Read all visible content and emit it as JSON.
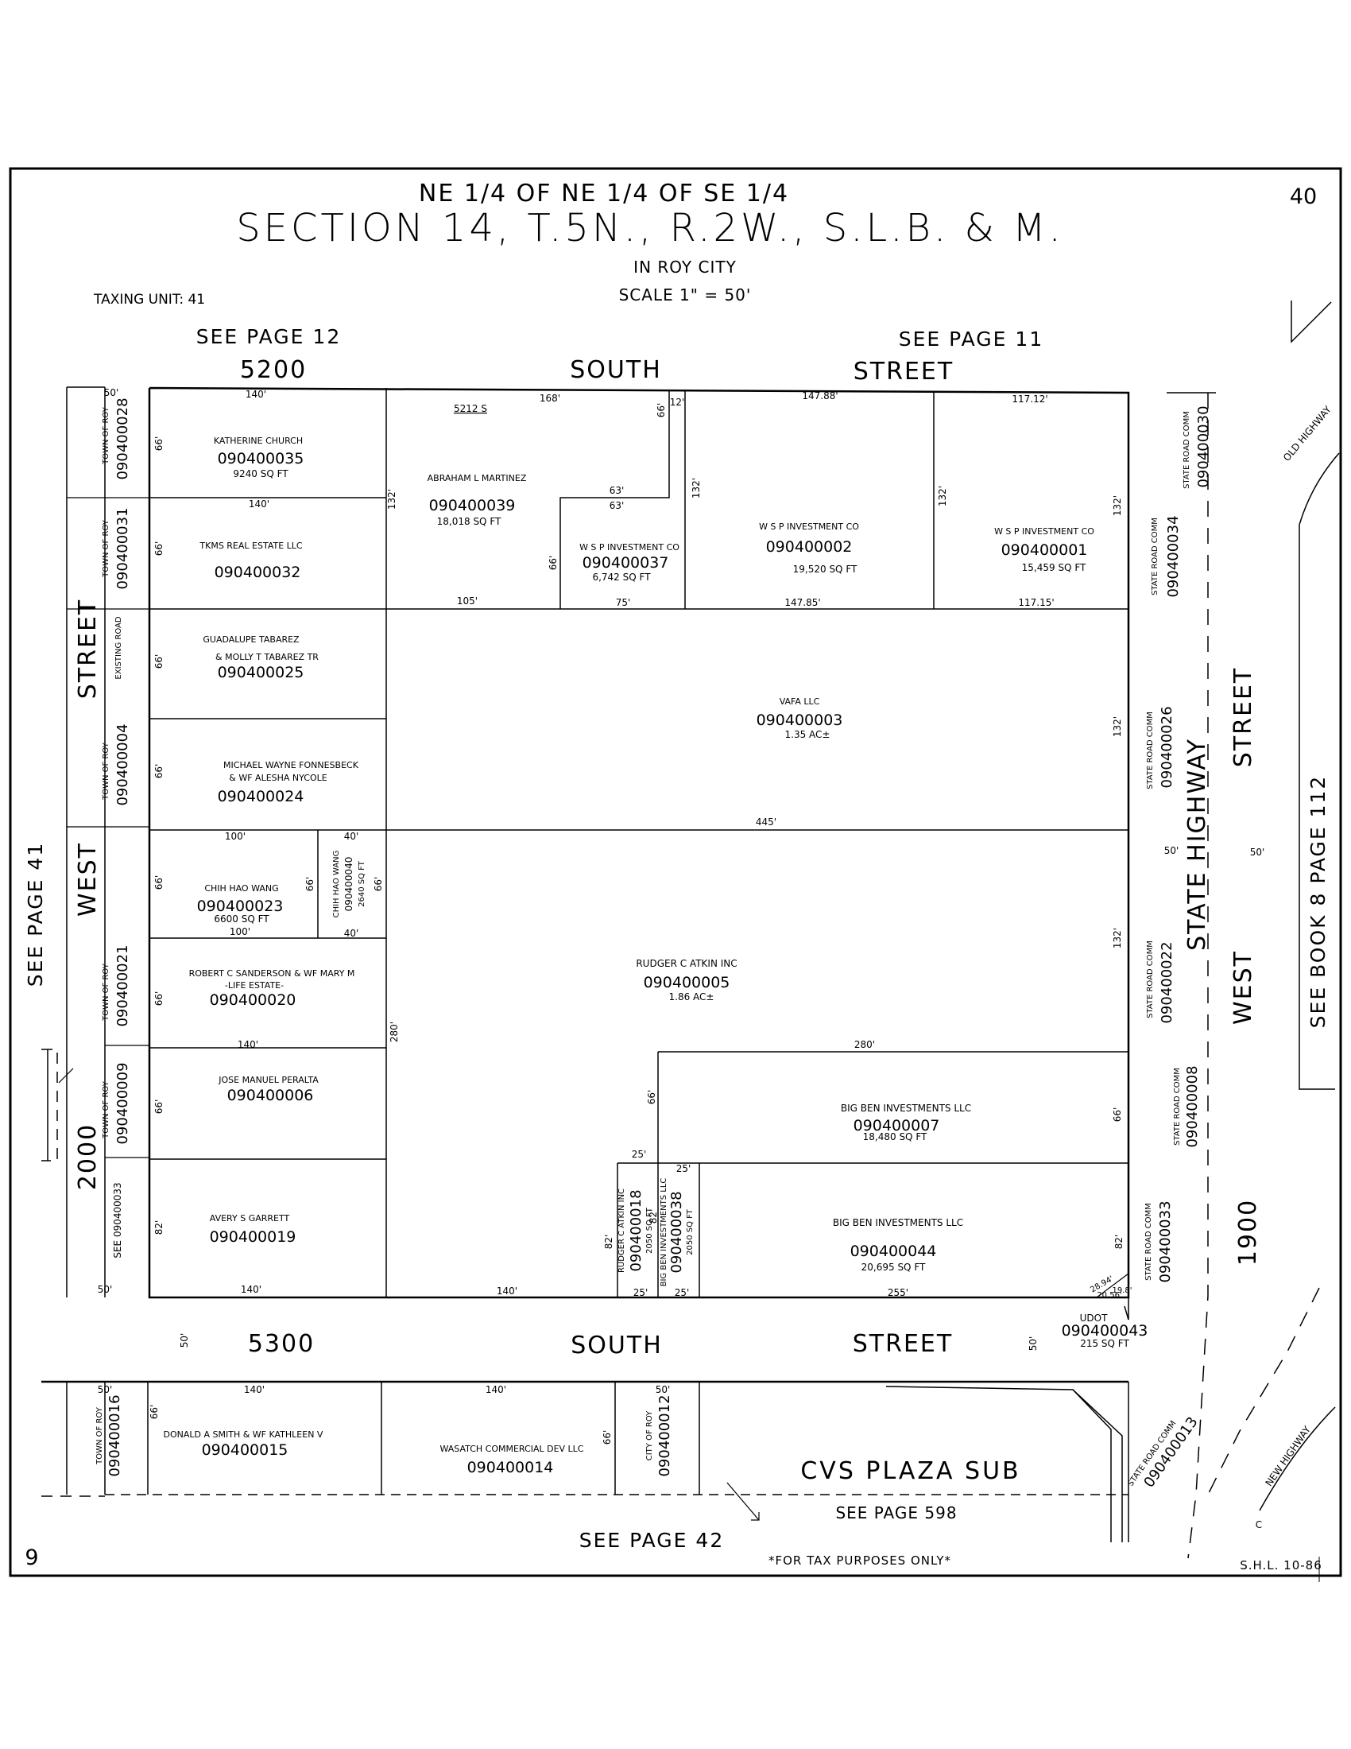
{
  "header": {
    "line1": "NE 1/4 OF NE 1/4 OF SE 1/4",
    "line2": "SECTION 14, T.5N., R.2W., S.L.B. & M.",
    "city": "IN ROY CITY",
    "scale": "SCALE 1\" = 50'",
    "taxing_unit": "TAXING UNIT: 41",
    "page_number": "40"
  },
  "references": {
    "see_page_12": "SEE PAGE 12",
    "see_page_11": "SEE PAGE 11",
    "see_page_41": "SEE PAGE 41",
    "see_page_42": "SEE PAGE 42",
    "see_page_598": "SEE PAGE 598",
    "see_book_8": "SEE BOOK 8 PAGE 112",
    "see_parcel": "SEE 090400033"
  },
  "streets": {
    "north_1": "5200",
    "north_2": "SOUTH",
    "north_3": "STREET",
    "south_1": "5300",
    "south_2": "SOUTH",
    "south_3": "STREET",
    "west_1": "STREET",
    "west_2": "WEST",
    "west_3": "2000",
    "east_1": "STREET",
    "east_2": "WEST",
    "east_3": "1900",
    "state_highway": "STATE HIGHWAY",
    "old_highway": "OLD HIGHWAY",
    "new_highway": "NEW HIGHWAY",
    "existing_road": "EXISTING ROAD",
    "cl": "C"
  },
  "parcels": {
    "p35": {
      "owner": "KATHERINE CHURCH",
      "id": "090400035",
      "area": "9240 SQ FT"
    },
    "p32": {
      "owner": "TKMS REAL ESTATE LLC",
      "id": "090400032"
    },
    "p39": {
      "owner": "ABRAHAM L MARTINEZ",
      "id": "090400039",
      "area": "18,018 SQ FT",
      "address": "5212 S"
    },
    "p37": {
      "owner": "W S P INVESTMENT CO",
      "id": "090400037",
      "area": "6,742 SQ FT"
    },
    "p02": {
      "owner": "W S P INVESTMENT CO",
      "id": "090400002",
      "area": "19,520 SQ FT"
    },
    "p01": {
      "owner": "W S P INVESTMENT CO",
      "id": "090400001",
      "area": "15,459 SQ FT"
    },
    "p25": {
      "owner1": "GUADALUPE TABAREZ",
      "owner2": "& MOLLY T TABAREZ TR",
      "id": "090400025"
    },
    "p03": {
      "owner": "VAFA LLC",
      "id": "090400003",
      "area": "1.35 AC±"
    },
    "p24": {
      "owner1": "MICHAEL WAYNE FONNESBECK",
      "owner2": "& WF ALESHA NYCOLE",
      "id": "090400024"
    },
    "p23": {
      "owner": "CHIH HAO WANG",
      "id": "090400023",
      "area": "6600 SQ FT"
    },
    "p40": {
      "owner": "CHIH HAO WANG",
      "id": "090400040",
      "area": "2640 SQ FT"
    },
    "p05": {
      "owner": "RUDGER C ATKIN INC",
      "id": "090400005",
      "area": "1.86 AC±"
    },
    "p20": {
      "owner1": "ROBERT C SANDERSON & WF MARY M",
      "owner2": "-LIFE ESTATE-",
      "id": "090400020"
    },
    "p06": {
      "owner": "JOSE MANUEL PERALTA",
      "id": "090400006"
    },
    "p07": {
      "owner": "BIG BEN INVESTMENTS LLC",
      "id": "090400007",
      "area": "18,480 SQ FT"
    },
    "p19": {
      "owner": "AVERY S GARRETT",
      "id": "090400019"
    },
    "p18": {
      "owner": "RUDGER C ATKIN INC",
      "id": "090400018",
      "area": "2050 SQ FT"
    },
    "p38": {
      "owner": "BIG BEN INVESTMENTS LLC",
      "id": "090400038",
      "area": "2050 SQ FT"
    },
    "p44": {
      "owner": "BIG BEN INVESTMENTS LLC",
      "id": "090400044",
      "area": "20,695 SQ FT"
    },
    "p43": {
      "owner": "UDOT",
      "id": "090400043",
      "area": "215 SQ FT"
    },
    "p15": {
      "owner": "DONALD A SMITH & WF KATHLEEN V",
      "id": "090400015"
    },
    "p14": {
      "owner": "WASATCH COMMERCIAL DEV LLC",
      "id": "090400014"
    },
    "cvs": {
      "name": "CVS PLAZA SUB"
    }
  },
  "strips_west": {
    "s28": {
      "label": "TOWN OF ROY",
      "id": "090400028"
    },
    "s31": {
      "label": "TOWN OF ROY",
      "id": "090400031"
    },
    "s04": {
      "label": "TOWN OF ROY",
      "id": "090400004"
    },
    "s21": {
      "label": "TOWN OF ROY",
      "id": "090400021"
    },
    "s09": {
      "label": "TOWN OF ROY",
      "id": "090400009"
    },
    "s16": {
      "label": "TOWN OF ROY",
      "id": "090400016"
    },
    "s12": {
      "label": "CITY OF ROY",
      "id": "090400012"
    }
  },
  "strips_east": {
    "e30": {
      "label": "STATE ROAD COMM",
      "id": "090400030"
    },
    "e34": {
      "label": "STATE ROAD COMM",
      "id": "090400034"
    },
    "e26": {
      "label": "STATE ROAD COMM",
      "id": "090400026"
    },
    "e22": {
      "label": "STATE ROAD COMM",
      "id": "090400022"
    },
    "e08": {
      "label": "STATE ROAD COMM",
      "id": "090400008"
    },
    "e33": {
      "label": "STATE ROAD COMM",
      "id": "090400033"
    },
    "e13": {
      "label": "STATE ROAD COMM",
      "id": "090400013"
    }
  },
  "dimensions": {
    "d50": "50'",
    "d140": "140'",
    "d168": "168'",
    "d12": "12'",
    "d66": "66'",
    "d147_88": "147.88'",
    "d117_12": "117.12'",
    "d132": "132'",
    "d63": "63'",
    "d105": "105'",
    "d75": "75'",
    "d147_85": "147.85'",
    "d117_15": "117.15'",
    "d445": "445'",
    "d100": "100'",
    "d40": "40'",
    "d280": "280'",
    "d25": "25'",
    "d82": "82'",
    "d255": "255'",
    "d28_94": "28.94'",
    "d20_56": "20.56'",
    "d19_8": "19.8'"
  },
  "footer": {
    "note": "*FOR TAX PURPOSES ONLY*",
    "author": "S.H.L. 10-86",
    "page_left": "9"
  }
}
